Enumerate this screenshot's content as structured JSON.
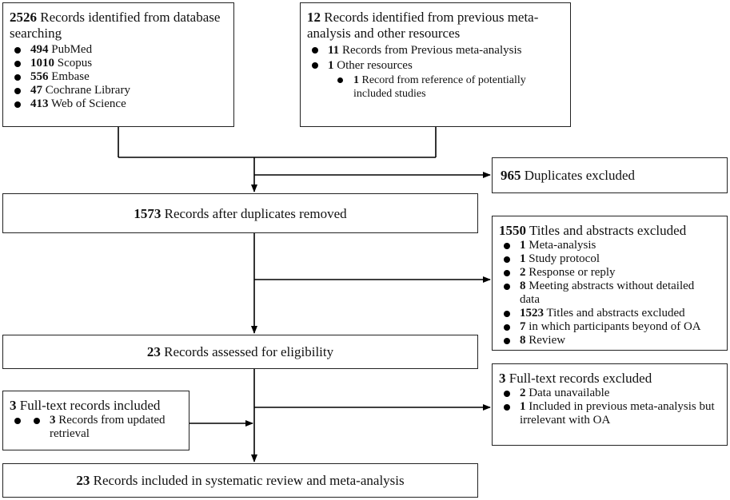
{
  "db_search": {
    "count": "2526",
    "label": "Records identified from database searching",
    "items": [
      {
        "count": "494",
        "label": "PubMed"
      },
      {
        "count": "1010",
        "label": "Scopus"
      },
      {
        "count": "556",
        "label": "Embase"
      },
      {
        "count": "47",
        "label": "Cochrane Library"
      },
      {
        "count": "413",
        "label": "Web of Science"
      }
    ]
  },
  "other_sources": {
    "count": "12",
    "label_line1": "Records identified from previous meta-",
    "label_line2": "analysis and other resources",
    "item1": {
      "count": "11",
      "label": "Records from Previous meta-analysis"
    },
    "item2": {
      "count": "1",
      "label": "Other resources"
    },
    "sub1": {
      "count": "1",
      "label_line1": "Record from reference of potentially",
      "label_line2": "included studies"
    }
  },
  "duplicates": {
    "count": "965",
    "label": "Duplicates excluded"
  },
  "after_dupes": {
    "count": "1573",
    "label": "Records after duplicates removed"
  },
  "titles_excluded": {
    "count": "1550",
    "label": "Titles and abstracts excluded",
    "items": [
      {
        "count": "1",
        "label": "Meta-analysis",
        "cont": ""
      },
      {
        "count": "1",
        "label": "Study protocol",
        "cont": ""
      },
      {
        "count": "2",
        "label": "Response or reply",
        "cont": ""
      },
      {
        "count": "8",
        "label": "Meeting abstracts without detailed",
        "cont": "data"
      },
      {
        "count": "1523",
        "label": "Titles and abstracts excluded",
        "cont": ""
      },
      {
        "count": "7",
        "label": "in which participants beyond of OA",
        "cont": ""
      },
      {
        "count": "8",
        "label": "Review",
        "cont": ""
      }
    ]
  },
  "eligibility": {
    "count": "23",
    "label": "Records assessed for eligibility"
  },
  "fulltext_included": {
    "count": "3",
    "label": "Full-text records included",
    "item": {
      "count": "3",
      "label_line1": "Records from updated",
      "label_line2": "retrieval"
    }
  },
  "fulltext_excluded": {
    "count": "3",
    "label": "Full-text records excluded",
    "item1": {
      "count": "2",
      "label": "Data unavailable"
    },
    "item2": {
      "count": "1",
      "label_line1": "Included in previous meta-analysis but",
      "label_line2": "irrelevant with OA"
    }
  },
  "final": {
    "count": "23",
    "label": "Records included in systematic review and meta-analysis"
  }
}
